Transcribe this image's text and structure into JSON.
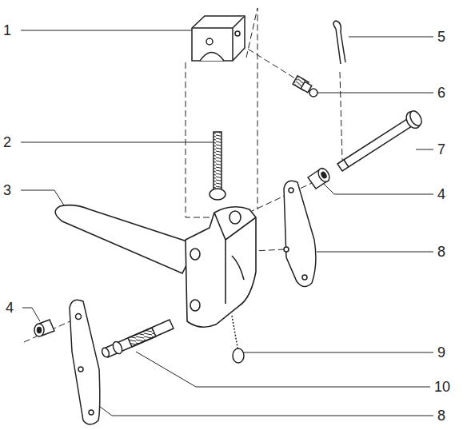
{
  "diagram": {
    "labels": [
      "1",
      "5",
      "6",
      "2",
      "7",
      "3",
      "4",
      "8",
      "4",
      "9",
      "10",
      "8"
    ]
  }
}
